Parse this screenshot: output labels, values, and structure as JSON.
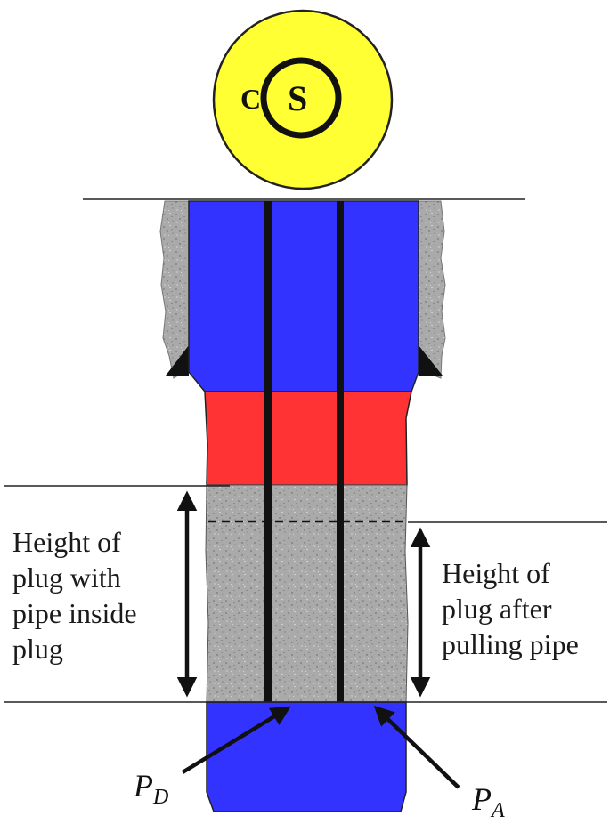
{
  "top_view": {
    "outer_label": "C",
    "inner_label": "S"
  },
  "labels": {
    "with_pipe": [
      "Height of",
      "plug with",
      "pipe inside",
      "plug"
    ],
    "after_pulling": [
      "Height of",
      "plug after",
      "pulling pipe"
    ]
  },
  "pressures": {
    "left": {
      "main": "P",
      "sub": "D"
    },
    "right": {
      "main": "P",
      "sub": "A"
    }
  },
  "colors": {
    "cement_ring": "#ffff33",
    "fluid": "#3333ff",
    "spacer": "#ff3333",
    "plug": "#a8a8a8",
    "formation": "#b0b0b0",
    "line": "#111111"
  }
}
